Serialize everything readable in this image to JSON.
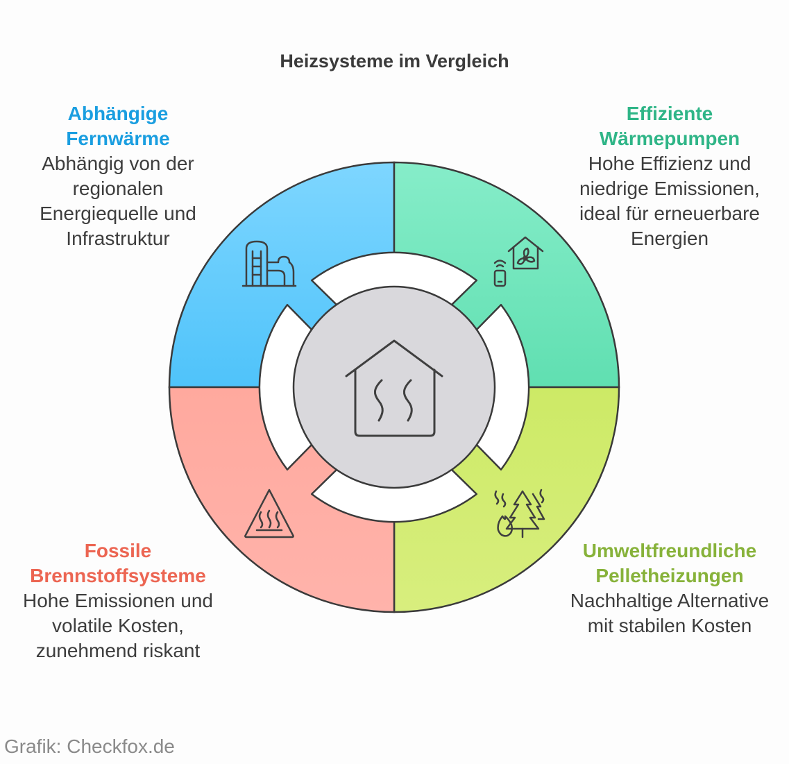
{
  "title": "Heizsysteme im Vergleich",
  "segments": [
    {
      "heading": "Abhängige Fernwärme",
      "description": "Abhängig von der regionalen Energiequelle und Infrastruktur",
      "icon": "district-heating-icon",
      "color": "#5bc7fb"
    },
    {
      "heading": "Effiziente Wärmepumpen",
      "description": "Hohe Effizienz und niedrige Emissionen, ideal für erneuerbare Energien",
      "icon": "heat-pump-icon",
      "color": "#72e6be"
    },
    {
      "heading": "Fossile Brennstoffsysteme",
      "description": "Hohe Emissionen und volatile Kosten, zunehmend riskant",
      "icon": "warning-heat-icon",
      "color": "#ffaba2"
    },
    {
      "heading": "Umweltfreundliche Pelletheizungen",
      "description": "Nachhaltige Alternative mit stabilen Kosten",
      "icon": "forest-fire-icon",
      "color": "#d3eb72"
    }
  ],
  "center_icon": "house-heating-icon",
  "footer": "Grafik: Checkfox.de"
}
